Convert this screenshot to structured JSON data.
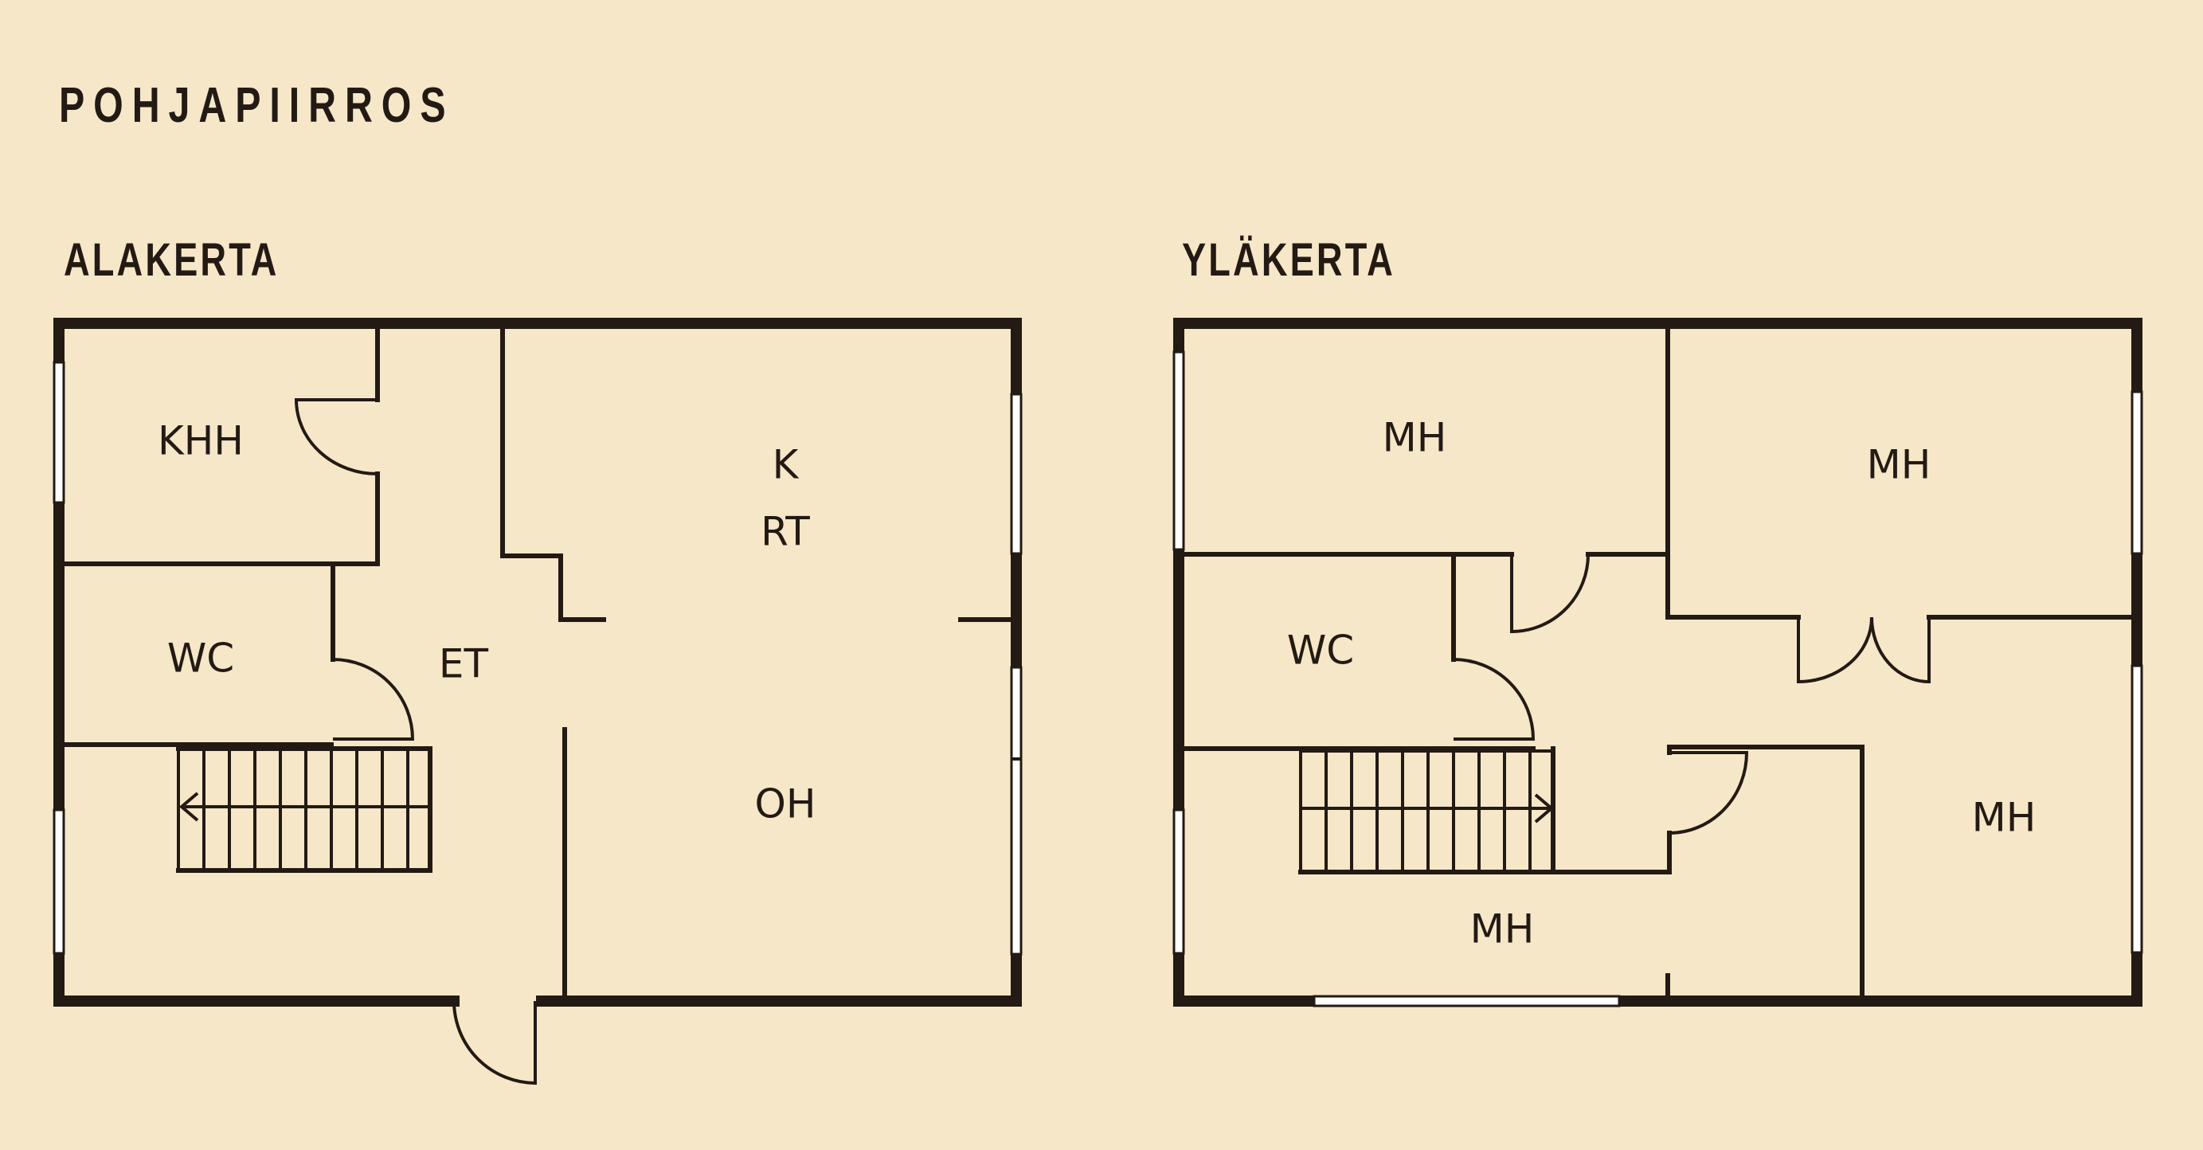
{
  "title": "POHJAPIIRROS",
  "floors": {
    "ground": {
      "title": "ALAKERTA",
      "rooms": {
        "khh": "KHH",
        "wc": "WC",
        "et": "ET",
        "k": "K",
        "rt": "RT",
        "oh": "OH"
      }
    },
    "upper": {
      "title": "YLÄKERTA",
      "rooms": {
        "mh_top_left": "MH",
        "mh_top_right": "MH",
        "wc": "WC",
        "mh_right": "MH",
        "mh_bottom": "MH"
      }
    }
  },
  "colors": {
    "background": "#f6e7c8",
    "walls": "#231a14",
    "windows": "#ffffff"
  }
}
